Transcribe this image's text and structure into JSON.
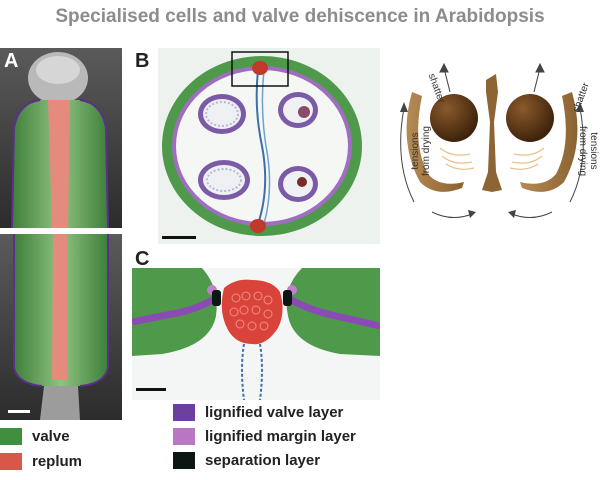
{
  "title": {
    "part1": "Specialised cells and valve dehiscence",
    "part2": " in ",
    "part3": "Arabidopsis"
  },
  "panels": {
    "a": "A",
    "b": "B",
    "c": "C"
  },
  "diagram": {
    "shatter_left": "shatter",
    "shatter_right": "shatter",
    "tensions_left_1": "tensions",
    "tensions_left_2": "from drying",
    "tensions_right_1": "tensions",
    "tensions_right_2": "from drying"
  },
  "legend_left": [
    {
      "label": "valve",
      "color": "#3f8f3f"
    },
    {
      "label": "replum",
      "color": "#d9574a"
    }
  ],
  "legend_right": [
    {
      "label": "lignified valve layer",
      "color": "#6b3f9e"
    },
    {
      "label": "lignified margin layer",
      "color": "#b877c0"
    },
    {
      "label": "separation layer",
      "color": "#0c1714"
    }
  ],
  "colors": {
    "valve_green": "#4f9a4a",
    "replum_red": "#e0665c",
    "lignified_purple": "#6b3f9e",
    "margin_pink": "#b877c0",
    "separation_black": "#0c1714",
    "seed_brown": "#5a3412"
  }
}
